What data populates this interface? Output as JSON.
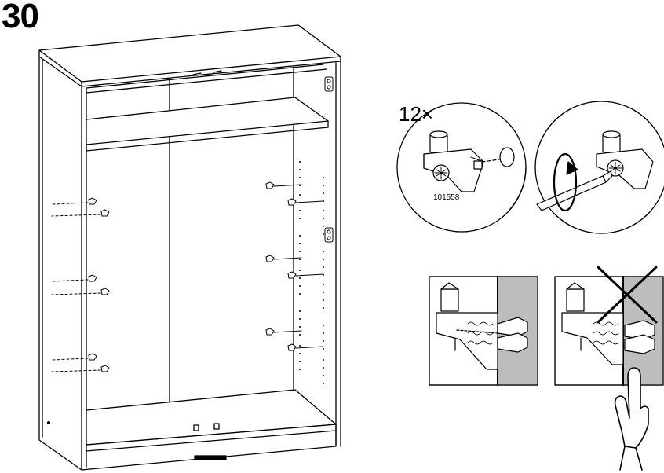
{
  "step": {
    "number": "30"
  },
  "detail": {
    "quantity": "12×",
    "part_number": "101558"
  },
  "icons": {
    "wardrobe": "wardrobe-frame-icon",
    "shelf_support": "shelf-support-icon",
    "screwdriver": "screwdriver-rotate-icon",
    "correct": "correct-install-icon",
    "incorrect": "incorrect-install-icon",
    "hand": "hand-press-icon"
  },
  "colors": {
    "line": "#000000",
    "wall": "#bdbdbd",
    "background": "#ffffff"
  }
}
